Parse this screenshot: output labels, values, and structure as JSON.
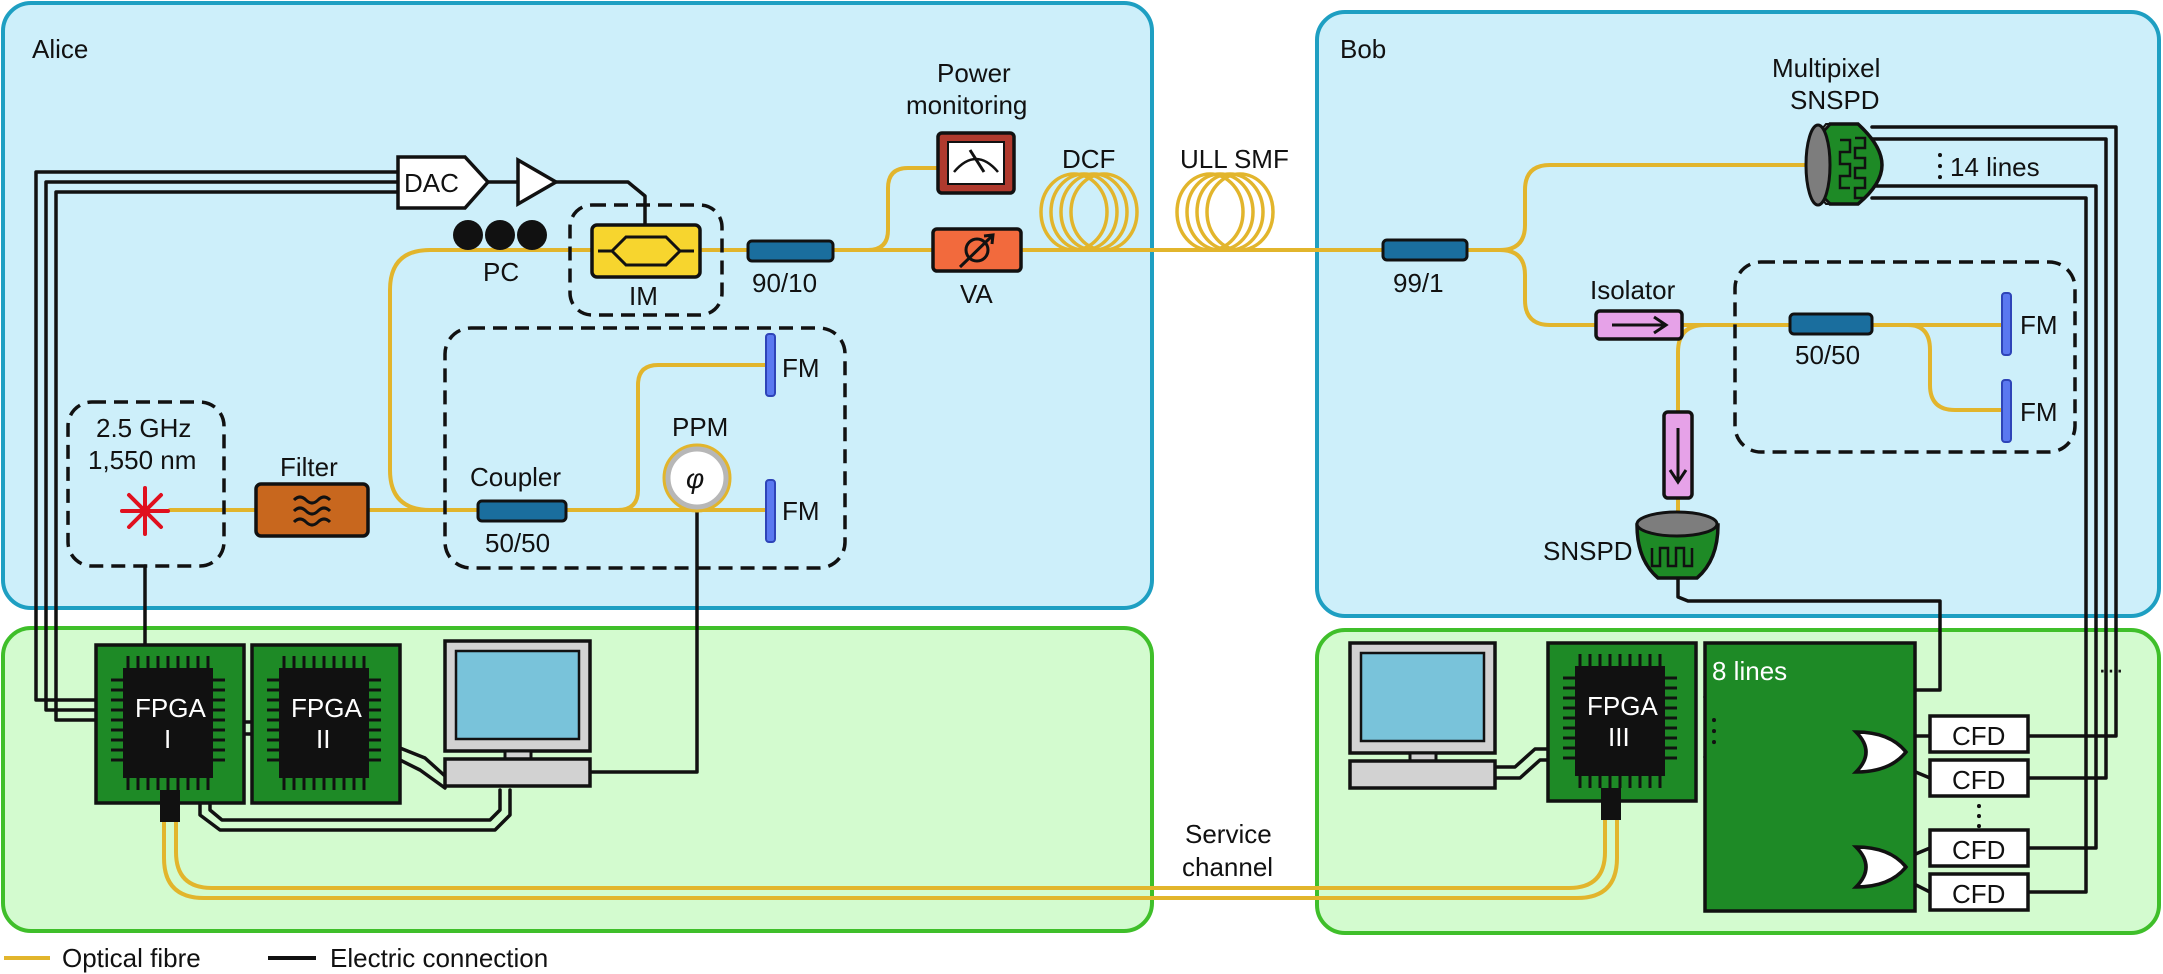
{
  "regions": {
    "alice": "Alice",
    "bob": "Bob"
  },
  "alice": {
    "dac": "DAC",
    "pc": "PC",
    "im": "IM",
    "power_monitoring_line1": "Power",
    "power_monitoring_line2": "monitoring",
    "splitter_90_10": "90/10",
    "va": "VA",
    "dcf": "DCF",
    "laser_line1": "2.5 GHz",
    "laser_line2": "1,550 nm",
    "filter": "Filter",
    "coupler": "Coupler",
    "coupler_ratio": "50/50",
    "ppm": "PPM",
    "ppm_symbol": "φ",
    "fm_top": "FM",
    "fm_bottom": "FM",
    "fpga1_line1": "FPGA",
    "fpga1_line2": "I",
    "fpga2_line1": "FPGA",
    "fpga2_line2": "II"
  },
  "link": {
    "ull_smf": "ULL SMF",
    "service_channel_line1": "Service",
    "service_channel_line2": "channel"
  },
  "bob": {
    "multipixel_line1": "Multipixel",
    "multipixel_line2": "SNSPD",
    "lines_14": "14 lines",
    "splitter_99_1": "99/1",
    "isolator": "Isolator",
    "splitter_50_50": "50/50",
    "fm_top": "FM",
    "fm_bottom": "FM",
    "snspd": "SNSPD",
    "lines_8": "8 lines",
    "fpga3_line1": "FPGA",
    "fpga3_line2": "III",
    "cfd_labels": [
      "CFD",
      "CFD",
      "CFD",
      "CFD"
    ],
    "ellipsis_right": "···"
  },
  "legend": {
    "optical": "Optical fibre",
    "electric": "Electric connection"
  },
  "colors": {
    "optical_fibre": "#e2b52c",
    "electric": "#111111",
    "optics_region": "#cdeffa",
    "optics_border": "#1e9fc2",
    "electronics_region": "#d3fbcf",
    "electronics_border": "#3fbf2a",
    "fpga_board": "#1e8a26",
    "splitter": "#1a6e9e",
    "faraday_mirror": "#5a78f0",
    "im": "#f7d52e",
    "va": "#f26a3d",
    "filter": "#c8671e",
    "isolator": "#e6a2e8",
    "laser": "#e0101e"
  },
  "icons": [
    "laser-star-icon",
    "filter-wave-icon",
    "power-meter-icon",
    "amplifier-triangle-icon",
    "computer-icon",
    "chip-icon",
    "or-gate-icon",
    "fibre-coil-icon"
  ]
}
